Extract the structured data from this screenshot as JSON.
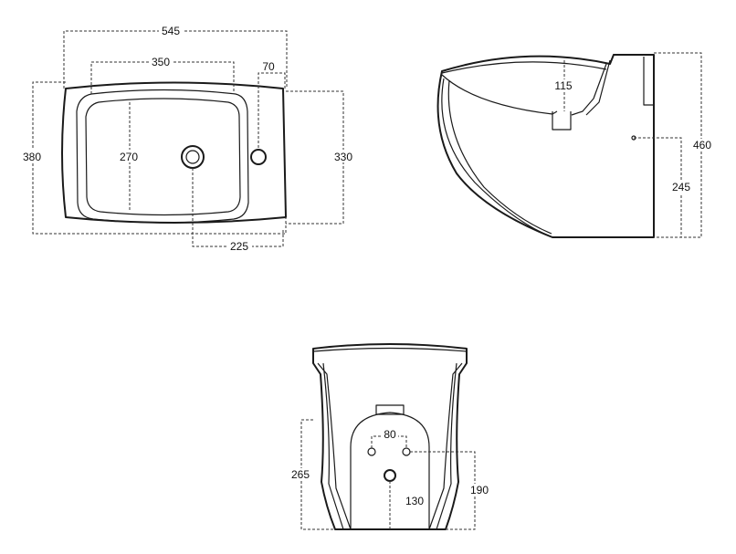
{
  "top_view": {
    "labels": {
      "overall_width": "545",
      "basin_width": "350",
      "tap_offset": "70",
      "overall_depth": "380",
      "basin_depth": "270",
      "inner_depth": "330",
      "drain_offset": "225"
    }
  },
  "side_view": {
    "labels": {
      "bowl_depth": "115",
      "overall_height": "460",
      "inlet_height": "245"
    }
  },
  "back_view": {
    "labels": {
      "hole_spacing": "80",
      "left_height": "265",
      "drain_height": "130",
      "right_height": "190"
    }
  },
  "colors": {
    "line": "#1a1a1a",
    "dimension": "#333333",
    "background": "#ffffff"
  }
}
